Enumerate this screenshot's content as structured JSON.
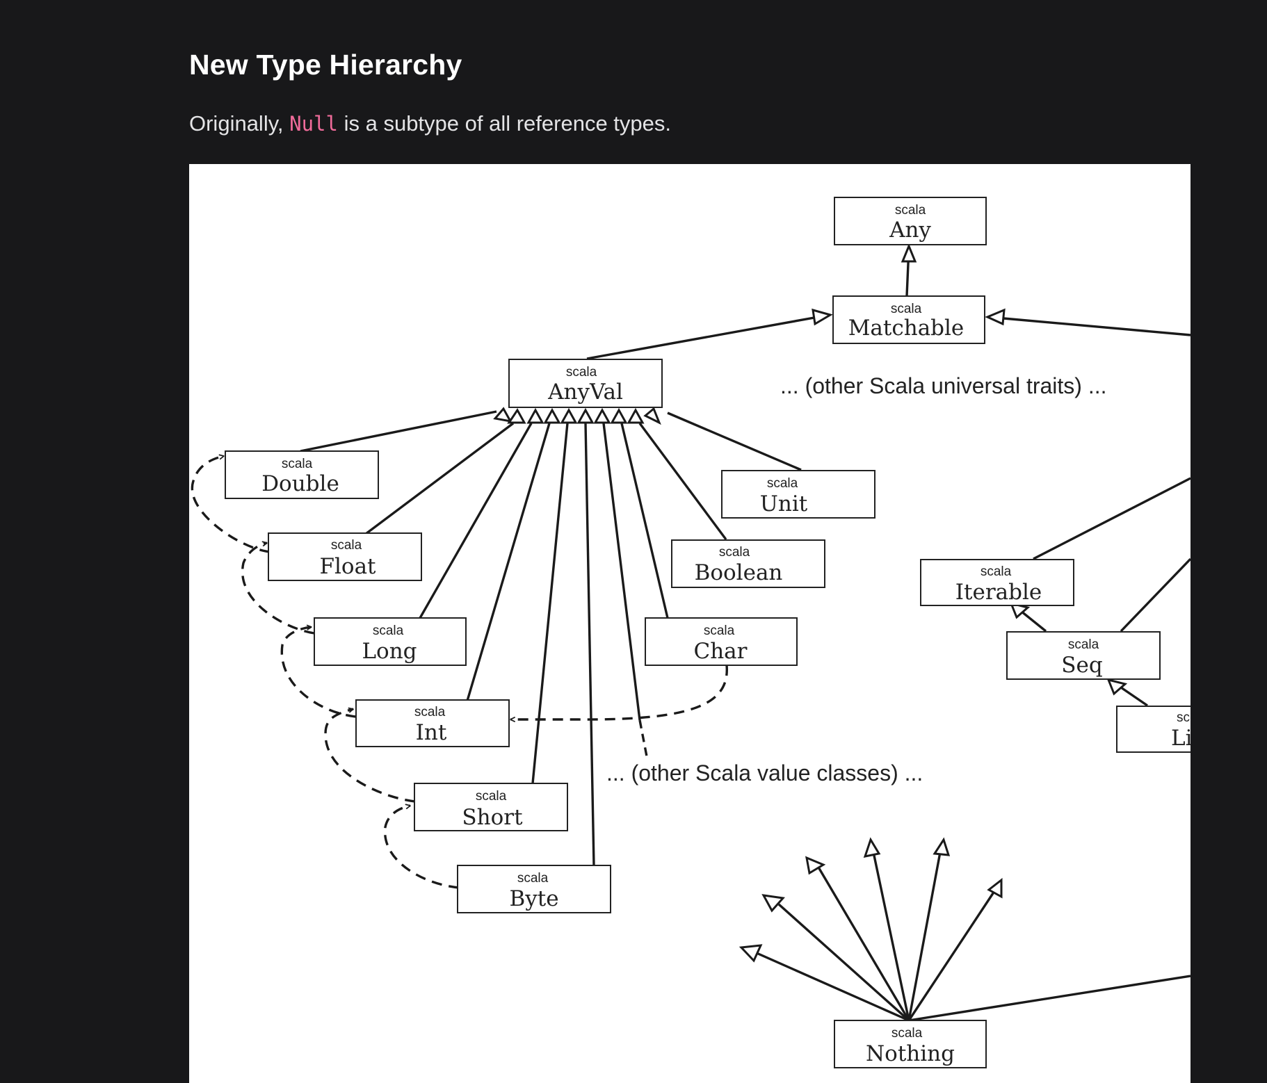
{
  "page": {
    "heading": "New Type Hierarchy",
    "intro_before": "Originally, ",
    "intro_code": "Null",
    "intro_after": " is a subtype of all reference types."
  },
  "diagram": {
    "package_label": "scala",
    "types": {
      "any": "Any",
      "matchable": "Matchable",
      "anyval": "AnyVal",
      "double": "Double",
      "float": "Float",
      "long": "Long",
      "int": "Int",
      "short": "Short",
      "byte": "Byte",
      "unit": "Unit",
      "boolean": "Boolean",
      "char": "Char",
      "iterable": "Iterable",
      "seq": "Seq",
      "list": "Li",
      "nothing": "Nothing"
    },
    "list_package_partial": "sc",
    "notes": {
      "universal_traits": "... (other Scala universal traits) ...",
      "value_classes": "... (other Scala value classes) ..."
    }
  }
}
